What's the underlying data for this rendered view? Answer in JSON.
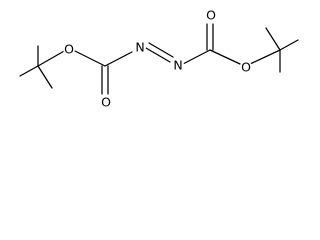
{
  "molecule": {
    "atoms": [
      {
        "id": "o1",
        "symbol": "O"
      },
      {
        "id": "o2",
        "symbol": "O"
      },
      {
        "id": "o3",
        "symbol": "O"
      },
      {
        "id": "o4",
        "symbol": "O"
      },
      {
        "id": "n1",
        "symbol": "N"
      },
      {
        "id": "n2",
        "symbol": "N"
      }
    ],
    "bond_color": "#000000",
    "label_color": "#000000",
    "background_color": "#ffffff"
  }
}
